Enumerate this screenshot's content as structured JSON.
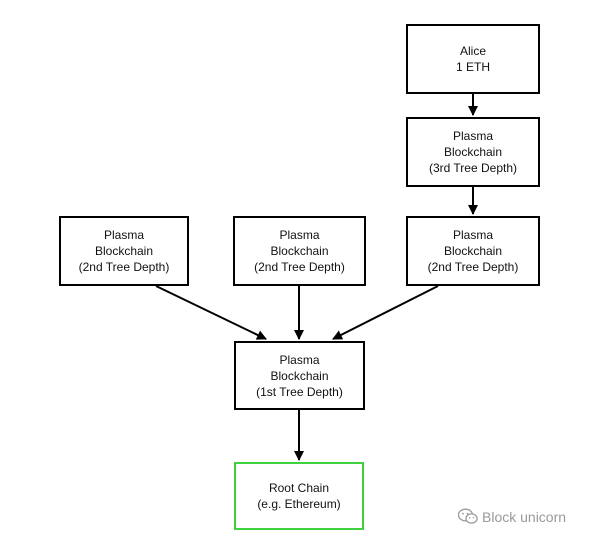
{
  "nodes": {
    "alice": [
      "Alice",
      "1 ETH"
    ],
    "depth3": [
      "Plasma",
      "Blockchain",
      "(3rd Tree Depth)"
    ],
    "depth2_left": [
      "Plasma",
      "Blockchain",
      "(2nd Tree Depth)"
    ],
    "depth2_mid": [
      "Plasma",
      "Blockchain",
      "(2nd Tree Depth)"
    ],
    "depth2_right": [
      "Plasma",
      "Blockchain",
      "(2nd Tree Depth)"
    ],
    "depth1": [
      "Plasma",
      "Blockchain",
      "(1st Tree Depth)"
    ],
    "root": [
      "Root Chain",
      "(e.g. Ethereum)"
    ]
  },
  "colors": {
    "box_border": "#000000",
    "root_border": "#3fd23f",
    "arrow": "#000000",
    "watermark": "#9a9a9a"
  },
  "watermark": {
    "icon": "wechat-icon",
    "text": "Block unicorn"
  }
}
